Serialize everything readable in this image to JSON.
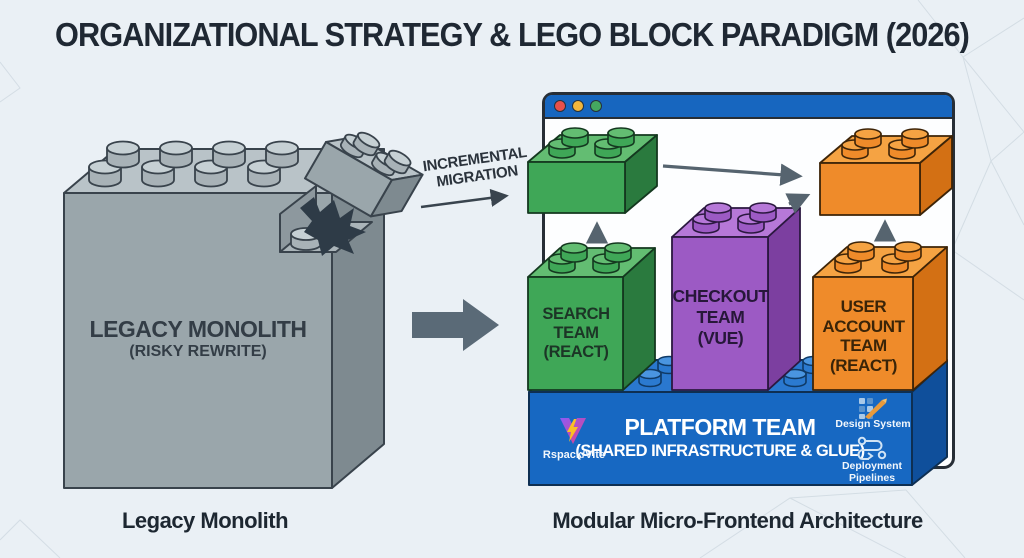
{
  "title": "ORGANIZATIONAL STRATEGY & LEGO BLOCK PARADIGM (2026)",
  "monolith": {
    "label": "LEGACY MONOLITH",
    "sublabel": "(RISKY REWRITE)",
    "caption": "Legacy Monolith"
  },
  "migration": {
    "line1": "INCREMENTAL",
    "line2": "MIGRATION"
  },
  "architecture": {
    "caption": "Modular Micro-Frontend Architecture",
    "teams": {
      "search": {
        "lines": [
          "SEARCH",
          "TEAM",
          "(REACT)"
        ]
      },
      "checkout": {
        "lines": [
          "CHECKOUT",
          "TEAM",
          "(VUE)"
        ]
      },
      "user_account": {
        "lines": [
          "USER",
          "ACCOUNT",
          "TEAM",
          "(REACT)"
        ]
      },
      "platform": {
        "title": "PLATFORM TEAM",
        "subtitle": "(SHARED INFRASTRUCTURE & GLUE)"
      }
    },
    "tools": {
      "bundler_label": "Rspack/Vite",
      "design_label": "Design System",
      "deploy_label_line1": "Deployment",
      "deploy_label_line2": "Pipelines"
    }
  },
  "colors": {
    "green": "#3fa757",
    "purple": "#9c5ac4",
    "orange": "#ef8b2a",
    "platform_blue": "#1768c2",
    "titlebar_blue": "#1766bf",
    "monolith_grey": "#9aa6ab",
    "arrow_grey": "#5a6a77",
    "dot_red": "#e8504a",
    "dot_yellow": "#f2b63c",
    "dot_green": "#45a860"
  }
}
